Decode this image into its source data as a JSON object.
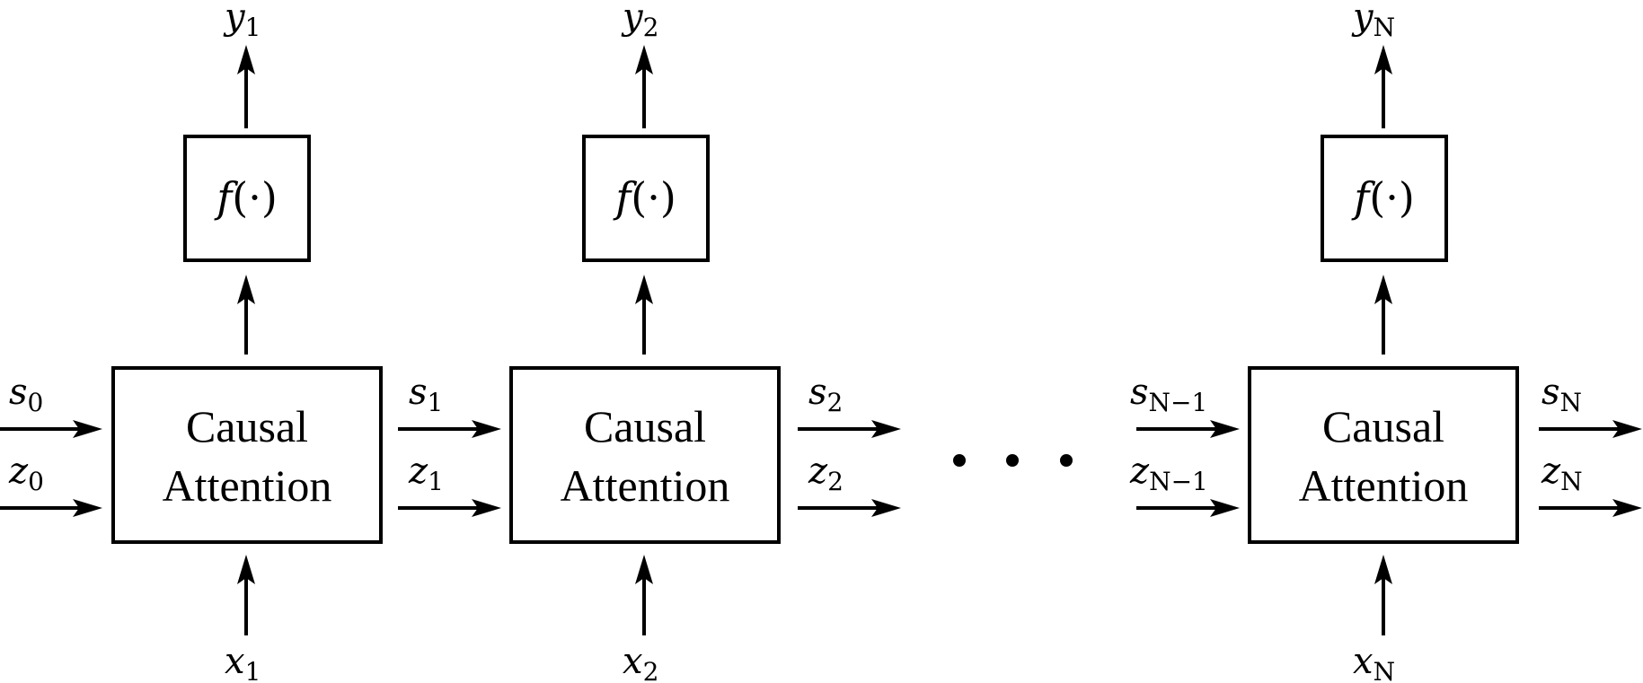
{
  "stages": [
    {
      "block_line1": "Causal",
      "block_line2": "Attention",
      "f_label": "f",
      "f_args": "(·)",
      "x_var": "x",
      "x_sub": "1",
      "y_var": "y",
      "y_sub": "1",
      "s_in_var": "s",
      "s_in_sub": "0",
      "z_in_var": "z",
      "z_in_sub": "0",
      "s_out_var": "s",
      "s_out_sub": "1",
      "z_out_var": "z",
      "z_out_sub": "1"
    },
    {
      "block_line1": "Causal",
      "block_line2": "Attention",
      "f_label": "f",
      "f_args": "(·)",
      "x_var": "x",
      "x_sub": "2",
      "y_var": "y",
      "y_sub": "2",
      "s_out_var": "s",
      "s_out_sub": "2",
      "z_out_var": "z",
      "z_out_sub": "2"
    },
    {
      "block_line1": "Causal",
      "block_line2": "Attention",
      "f_label": "f",
      "f_args": "(·)",
      "x_var": "x",
      "x_sub": "N",
      "y_var": "y",
      "y_sub": "N",
      "s_in_var": "s",
      "s_in_sub": "N−1",
      "z_in_var": "z",
      "z_in_sub": "N−1",
      "s_out_var": "s",
      "s_out_sub": "N",
      "z_out_var": "z",
      "z_out_sub": "N"
    }
  ],
  "ellipsis_dots": 3
}
